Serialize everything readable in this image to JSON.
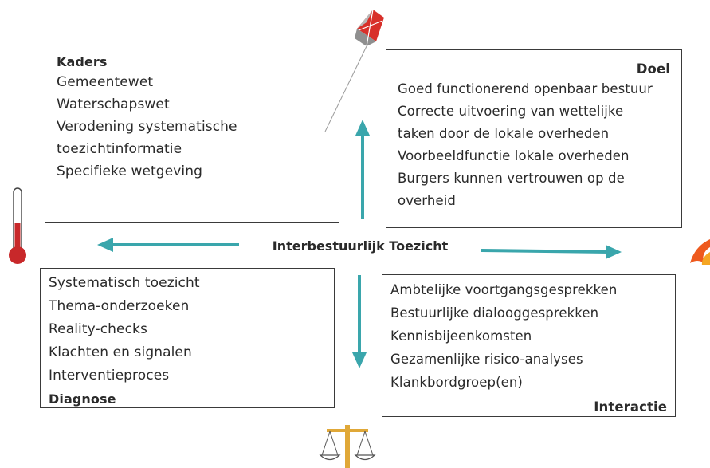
{
  "center_label": "Interbestuurlijk Toezicht",
  "kaders": {
    "heading": "Kaders",
    "items": [
      "Gemeentewet",
      "Waterschapswet",
      "Verodening systematische",
      "toezichtinformatie",
      "Specifieke wetgeving"
    ]
  },
  "doel": {
    "heading": "Doel",
    "items": [
      "Goed functionerend openbaar bestuur",
      "Correcte uitvoering van wettelijke",
      "taken door de lokale overheden",
      "Voorbeeldfunctie lokale overheden",
      "Burgers kunnen vertrouwen op de",
      "overheid"
    ]
  },
  "diagnose": {
    "heading": "Diagnose",
    "items": [
      "Systematisch toezicht",
      "Thema-onderzoeken",
      "Reality-checks",
      "Klachten en signalen",
      "Interventieproces"
    ]
  },
  "interactie": {
    "heading": "Interactie",
    "items": [
      "Ambtelijke voortgangsgesprekken",
      "Bestuurlijke dialooggesprekken",
      "Kennisbijeenkomsten",
      "Gezamenlijke risico-analyses",
      "Klankbordgroep(en)"
    ]
  },
  "colors": {
    "arrow": "#3aa6ac",
    "border": "#3a3a3a",
    "kite_red": "#d8302a",
    "kite_grey": "#8f8f8f",
    "thermo_red": "#c8282a",
    "fire_orange": "#ee5a1e",
    "scale_gold": "#e0a838"
  },
  "icons": [
    "kite-icon",
    "thermometer-icon",
    "fire-icon",
    "scales-icon"
  ]
}
